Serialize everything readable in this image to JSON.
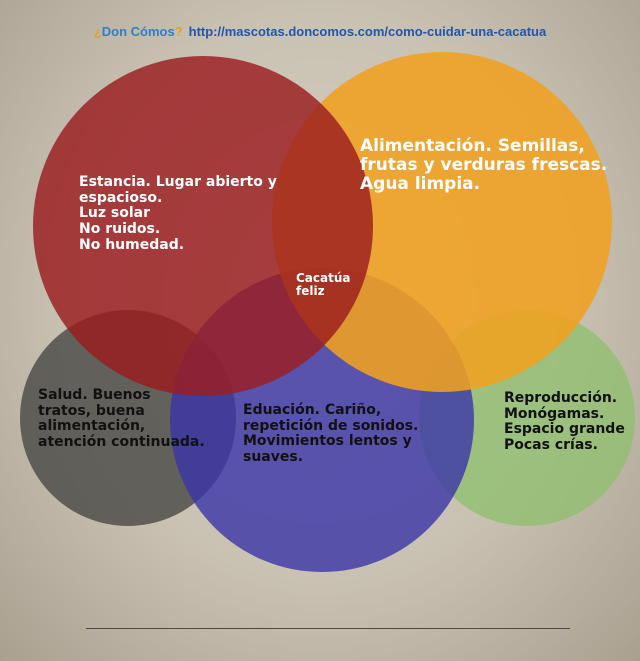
{
  "header": {
    "logo_text": "Don Cómos",
    "url": "http://mascotas.doncomos.com/como-cuidar-una-cacatua"
  },
  "diagram": {
    "center": "Cacatúa\nfeliz",
    "circles": [
      {
        "id": "estancia",
        "color": "#9b1c20",
        "text": "Estancia. Lugar abierto y\nespacioso.\nLuz solar\nNo ruidos.\nNo humedad."
      },
      {
        "id": "alimentacion",
        "color": "#f0a020",
        "text": "Alimentación. Semillas,\nfrutas y verduras frescas.\nAgua limpia."
      },
      {
        "id": "salud",
        "color": "#4a4a47",
        "text": "Salud. Buenos\ntratos, buena\nalimentación,\natención continuada."
      },
      {
        "id": "educacion",
        "color": "#3a35a8",
        "text": "Eduación. Cariño,\nrepetición de sonidos.\nMovimientos lentos y\nsuaves."
      },
      {
        "id": "reproduccion",
        "color": "#8fbf70",
        "text": "Reproducción.\nMonógamas.\nEspacio grande\nPocas crías."
      }
    ]
  }
}
